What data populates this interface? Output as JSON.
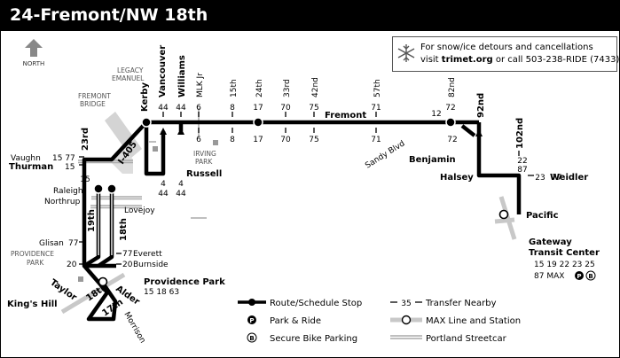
{
  "title": "24-Fremont/NW 18th",
  "notice": {
    "line1": "For snow/ice detours and cancellations",
    "line2_prefix": "visit ",
    "line2_link": "trimet.org",
    "line2_suffix": " or call 503-238-RIDE (7433).",
    "icon": "snowflake-icon"
  },
  "north_label": "NORTH",
  "colors": {
    "route": "#000000",
    "max": "#bbbbbb",
    "streetcar": "#999999",
    "bridge": "#cccccc"
  },
  "streets": {
    "vancouver": "Vancouver",
    "williams": "Williams",
    "mlk": "MLK Jr",
    "s15": "15th",
    "s24": "24th",
    "s33": "33rd",
    "s42": "42nd",
    "s57": "57th",
    "s82": "82nd",
    "s92": "92nd",
    "s102": "102nd",
    "kerby": "Kerby",
    "i405": "I-405",
    "fremont": "Fremont",
    "russell": "Russell",
    "sandy": "Sandy Blvd",
    "benjamin": "Benjamin",
    "halsey": "Halsey",
    "weidler": "Weidler",
    "pacific": "Pacific",
    "s23": "23rd",
    "vaughn": "Vaughn",
    "thurman": "Thurman",
    "raleigh": "Raleigh",
    "northrup": "Northrup",
    "lovejoy": "Lovejoy",
    "s19": "19th",
    "s18": "18th",
    "glisan": "Glisan",
    "everett": "Everett",
    "burnside": "Burnside",
    "taylor": "Taylor",
    "alder": "Alder",
    "morrison": "Morrison",
    "s18b": "18th",
    "s17": "17th",
    "kings_hill": "King's Hill"
  },
  "landmarks": {
    "legacy1": "LEGACY",
    "legacy2": "EMANUEL",
    "fremont_bridge1": "FREMONT",
    "fremont_bridge2": "BRIDGE",
    "irving1": "IRVING",
    "irving2": "PARK",
    "providence_park1": "PROVIDENCE",
    "providence_park2": "PARK",
    "providence_stop": "Providence Park",
    "gateway1": "Gateway",
    "gateway2": "Transit Center"
  },
  "transfers": {
    "t44a": "44",
    "t44b": "44",
    "t44c": "4",
    "t44d": "44",
    "t4b": "4",
    "t44e": "44",
    "t6a": "6",
    "t6b": "6",
    "t8a": "8",
    "t8b": "8",
    "t17a": "17",
    "t17b": "17",
    "t70a": "70",
    "t70b": "70",
    "t75a": "75",
    "t75b": "75",
    "t71a": "71",
    "t71b": "71",
    "t72a": "72",
    "t72b": "72",
    "t12": "12",
    "t22": "22",
    "t87": "87",
    "t23": "23",
    "t77w": "77",
    "vaughn_routes": "15 77",
    "thurman_route": "15",
    "r15": "15",
    "glisan_route": "77",
    "everett_route": "77",
    "burnside_route": "20",
    "burnside_route_w": "20",
    "providence_routes": "15 18 63",
    "gateway_line1": "15 19 22 23 25",
    "gateway_line2": "87 MAX"
  },
  "legend": {
    "route_stop": "Route/Schedule Stop",
    "transfer": "Transfer Nearby",
    "transfer_sample": "35",
    "park_ride": "Park & Ride",
    "max": "MAX Line and Station",
    "bike": "Secure Bike Parking",
    "streetcar": "Portland Streetcar"
  }
}
